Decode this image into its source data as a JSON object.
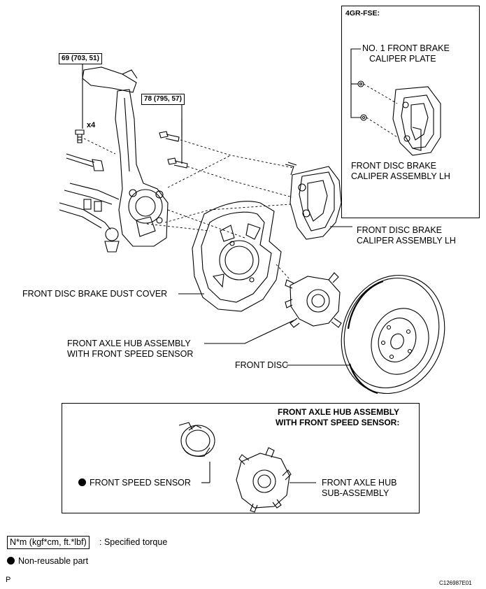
{
  "torque_labels": {
    "a": "69 (703, 51)",
    "b": "78 (795, 57)"
  },
  "qty": "x4",
  "inset_top": {
    "title": "4GR-FSE:",
    "plate_l1": "NO. 1 FRONT BRAKE",
    "plate_l2": "CALIPER PLATE",
    "caliper_l1": "FRONT DISC BRAKE",
    "caliper_l2": "CALIPER ASSEMBLY LH"
  },
  "labels": {
    "caliper_l1": "FRONT DISC BRAKE",
    "caliper_l2": "CALIPER ASSEMBLY LH",
    "dust_cover": "FRONT DISC BRAKE DUST COVER",
    "hub_l1": "FRONT AXLE HUB ASSEMBLY",
    "hub_l2": "WITH FRONT SPEED SENSOR",
    "disc": "FRONT DISC"
  },
  "inset_bottom": {
    "title_l1": "FRONT AXLE HUB ASSEMBLY",
    "title_l2": "WITH FRONT SPEED SENSOR:",
    "sensor": "FRONT SPEED SENSOR",
    "subhub_l1": "FRONT AXLE HUB",
    "subhub_l2": "SUB-ASSEMBLY"
  },
  "legend": {
    "torque_unit": "N*m (kgf*cm, ft.*lbf)",
    "torque_desc": ": Specified torque",
    "nonreusable": "Non-reusable part"
  },
  "footer": {
    "left": "P",
    "code": "C126987E01"
  }
}
